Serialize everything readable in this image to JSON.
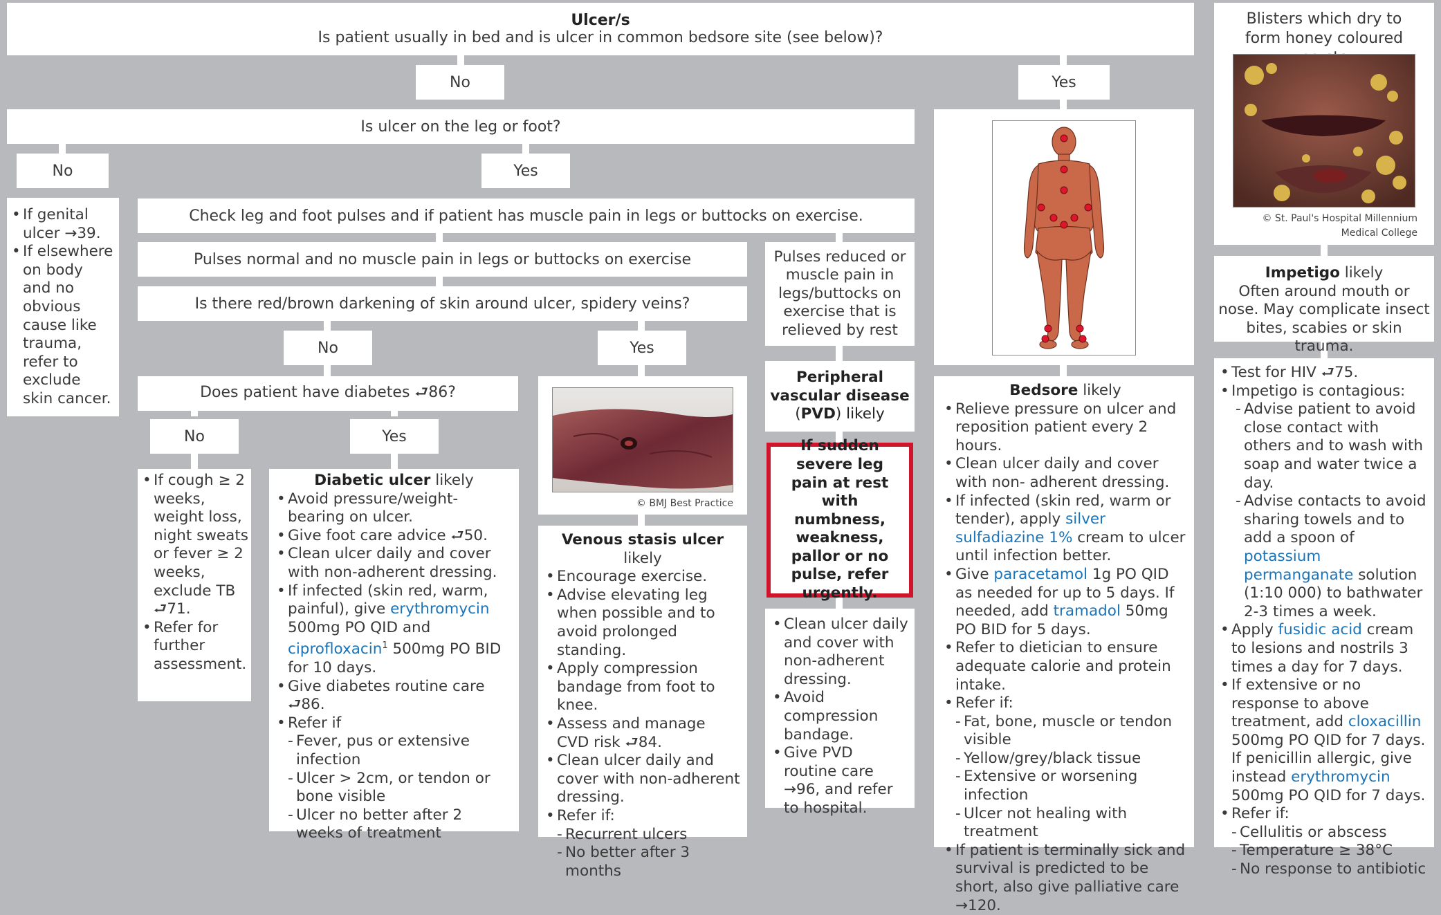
{
  "header": {
    "title": "Ulcer/s",
    "question": "Is patient usually in bed and is ulcer in common bedsore site (see below)?"
  },
  "labels": {
    "no": "No",
    "yes": "Yes"
  },
  "q_leg": "Is ulcer on the leg or foot?",
  "not_leg": [
    "If genital ulcer →39.",
    "If elsewhere on body and no obvious cause like trauma, refer to exclude skin cancer."
  ],
  "q_pulses": "Check leg and foot pulses and if patient has muscle pain in legs or buttocks on exercise.",
  "pulses_normal": "Pulses normal and no muscle pain in legs or buttocks on exercise",
  "pulses_reduced": "Pulses reduced or muscle pain in legs/buttocks on exercise that is relieved by rest",
  "q_darkening": "Is there red/brown darkening of skin around ulcer, spidery veins?",
  "q_diabetes": "Does patient have diabetes ⮐86?",
  "no_diabetes": [
    "If cough ≥ 2 weeks, weight loss, night sweats or fever ≥ 2 weeks, exclude TB ⮐71.",
    "Refer for further assessment."
  ],
  "diabetic": {
    "title": "Diabetic ulcer",
    "likely": " likely",
    "items": [
      "Avoid pressure/weight-bearing on ulcer.",
      "Give foot care advice ⮐50.",
      "Clean ulcer daily and cover with non-adherent dressing.",
      "If infected (skin red, warm, painful), give ",
      "Give diabetes routine care ⮐86.",
      "Refer if"
    ],
    "drug1": "erythromycin",
    "dose1": " 500mg PO QID and ",
    "drug2": "ciprofloxacin",
    "sup2": "1",
    "dose2": " 500mg PO BID for 10 days.",
    "refer": [
      "Fever, pus or extensive infection",
      "Ulcer > 2cm, or tendon or bone visible",
      "Ulcer no better after 2 weeks of treatment"
    ]
  },
  "venous_photo_credit": "© BMJ Best Practice",
  "venous": {
    "title": "Venous stasis ulcer",
    "likely": " likely",
    "items": [
      "Encourage exercise.",
      "Advise elevating leg when possible and to avoid prolonged standing.",
      "Apply compression bandage from foot to knee.",
      "Assess and manage CVD risk ⮐84.",
      "Clean ulcer daily and cover with non-adherent dressing.",
      "Refer if:"
    ],
    "refer": [
      "Recurrent ulcers",
      "No better after 3 months"
    ]
  },
  "pvd": {
    "title_a": "Peripheral vascular disease",
    "open": "(",
    "abbr": "PVD",
    "close": ") likely"
  },
  "urgent": "If sudden severe leg pain at rest with numbness, weakness, pallor or no pulse, refer urgently.",
  "pvd_care": [
    "Clean ulcer daily and cover with non-adherent dressing.",
    "Avoid compression bandage.",
    "Give PVD routine care →96, and refer to hospital."
  ],
  "bedsore": {
    "title": "Bedsore",
    "likely": " likely",
    "i1": "Relieve pressure on ulcer and reposition patient every 2 hours.",
    "i2": "Clean ulcer daily and cover with non- adherent dressing.",
    "i3a": "If infected (skin red, warm or tender), apply ",
    "i3drug": "silver sulfadiazine 1%",
    "i3b": " cream to ulcer until infection better.",
    "i4a": "Give ",
    "i4drug1": "paracetamol",
    "i4b": " 1g PO QID as needed for up to 5 days. If needed, add ",
    "i4drug2": "tramadol",
    "i4c": " 50mg PO BID for 5 days.",
    "i5": "Refer to dietician to ensure adequate calorie and protein intake.",
    "i6": "Refer if:",
    "refer": [
      "Fat, bone, muscle or tendon visible",
      "Yellow/grey/black tissue",
      "Extensive or worsening infection",
      "Ulcer not healing with treatment"
    ],
    "i7": "If patient is terminally sick and survival is predicted to be short, also give palliative care →120."
  },
  "impetigo_photo": {
    "caption": "Blisters which dry to form honey coloured crusts",
    "credit": "© St. Paul's Hospital Millennium Medical College"
  },
  "impetigo": {
    "title": "Impetigo",
    "likely": " likely",
    "desc": "Often around mouth or nose. May complicate insect bites, scabies or skin trauma."
  },
  "impetigo_tx": {
    "i1": "Test for HIV ⮐75.",
    "i2": "Impetigo is contagious:",
    "c1": "Advise patient to avoid close contact with others and to wash with soap and water twice a day.",
    "c2a": "Advise contacts to avoid sharing towels and to add a spoon of ",
    "c2drug": "potassium permanganate",
    "c2b": " solution (1:10 000) to bathwater 2-3 times a week.",
    "i3a": "Apply ",
    "i3drug": "fusidic acid",
    "i3b": " cream to lesions and nostrils 3 times a day for 7 days.",
    "i4a": "If extensive or no response to above treatment, add ",
    "i4drug1": "cloxacillin",
    "i4b": " 500mg PO QID for 7 days. If penicillin allergic, give instead ",
    "i4drug2": "erythromycin",
    "i4c": " 500mg PO QID for 7 days.",
    "i5": "Refer if:",
    "refer": [
      "Cellulitis or abscess",
      "Temperature ≥ 38°C",
      "No response to antibiotic"
    ]
  },
  "colors": {
    "background": "#b8b9bd",
    "drug": "#1b74b8",
    "urgent_border": "#d0142c",
    "text": "#3a3a3a"
  }
}
